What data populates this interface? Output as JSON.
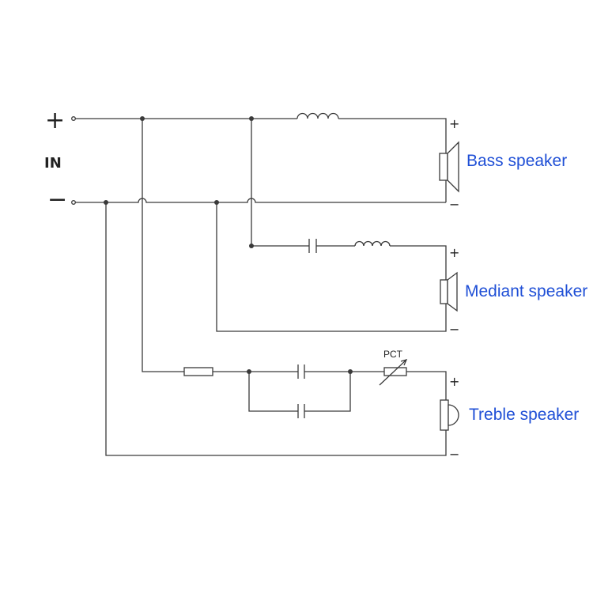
{
  "input": {
    "plus_label": "+",
    "minus_label": "−",
    "title": "IN"
  },
  "speakers": [
    {
      "label": "Bass speaker",
      "plus": "+",
      "minus": "−"
    },
    {
      "label": "Mediant speaker",
      "plus": "+",
      "minus": "−"
    },
    {
      "label": "Treble speaker",
      "plus": "+",
      "minus": "−"
    }
  ],
  "components": {
    "pct_label": "PCT"
  },
  "colors": {
    "label": "#1f4fd6",
    "wire": "#3a3a3a"
  }
}
